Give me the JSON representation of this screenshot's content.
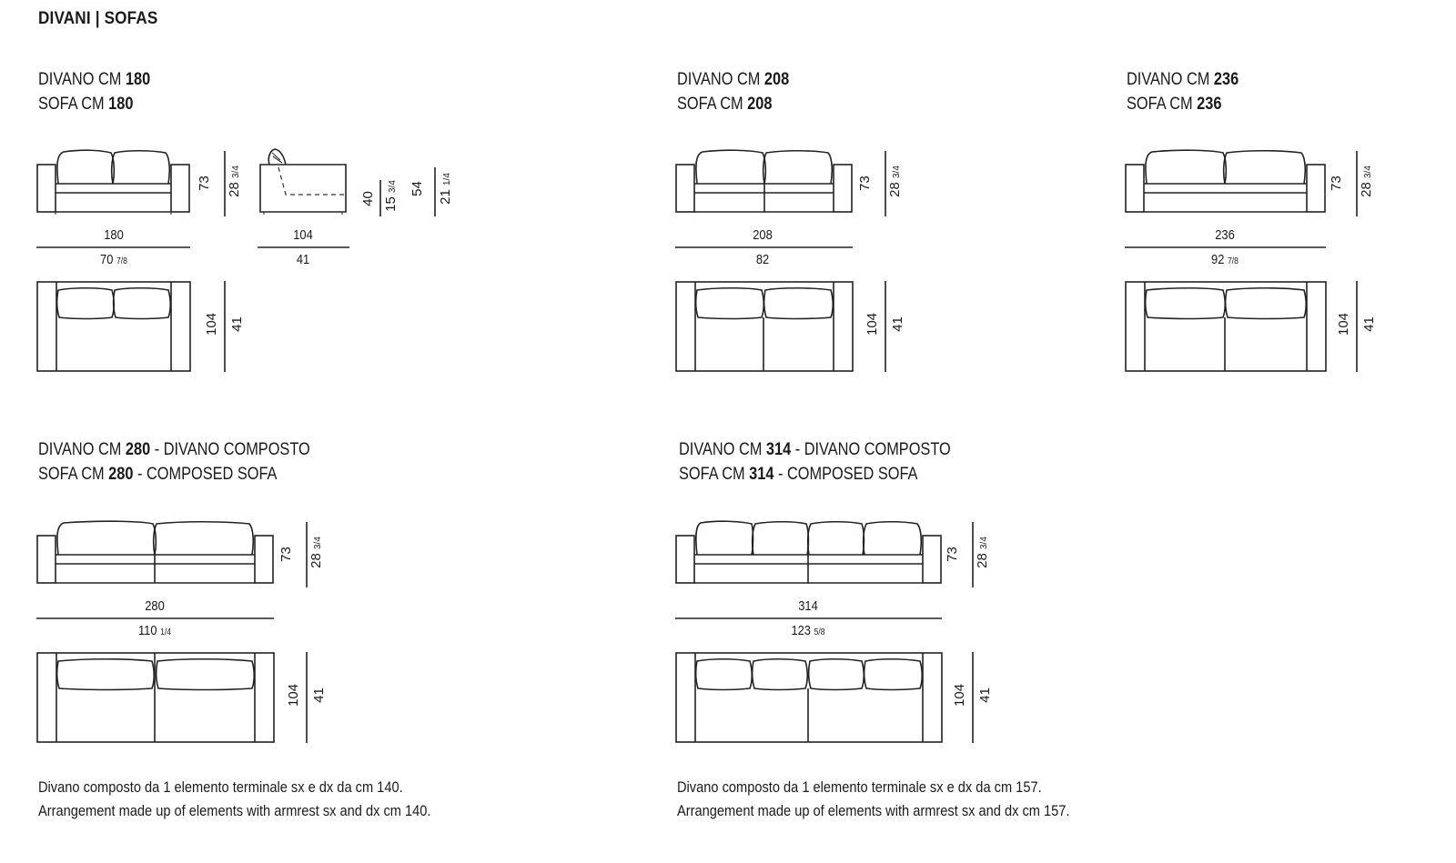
{
  "section_title": "DIVANI | SOFAS",
  "models": [
    {
      "id": "180",
      "head_it_prefix": "DIVANO CM ",
      "head_it_size": "180",
      "head_it_suffix": "",
      "head_en_prefix": "SOFA CM ",
      "head_en_size": "180",
      "head_en_suffix": "",
      "width_cm": "180",
      "width_in": "70",
      "width_in_frac": "7/8",
      "height_cm": "73",
      "height_in": "28",
      "height_in_frac": "3/4",
      "depth_cm": "104",
      "depth_in": "41"
    },
    {
      "id": "208",
      "head_it_prefix": "DIVANO CM ",
      "head_it_size": "208",
      "head_it_suffix": "",
      "head_en_prefix": "SOFA CM ",
      "head_en_size": "208",
      "head_en_suffix": "",
      "width_cm": "208",
      "width_in": "82",
      "width_in_frac": "",
      "height_cm": "73",
      "height_in": "28",
      "height_in_frac": "3/4",
      "depth_cm": "104",
      "depth_in": "41"
    },
    {
      "id": "236",
      "head_it_prefix": "DIVANO CM ",
      "head_it_size": "236",
      "head_it_suffix": "",
      "head_en_prefix": "SOFA CM ",
      "head_en_size": "236",
      "head_en_suffix": "",
      "width_cm": "236",
      "width_in": "92",
      "width_in_frac": "7/8",
      "height_cm": "73",
      "height_in": "28",
      "height_in_frac": "3/4",
      "depth_cm": "104",
      "depth_in": "41"
    },
    {
      "id": "280",
      "head_it_prefix": "DIVANO CM ",
      "head_it_size": "280",
      "head_it_suffix": " - DIVANO COMPOSTO",
      "head_en_prefix": "SOFA CM ",
      "head_en_size": "280",
      "head_en_suffix": " - COMPOSED SOFA",
      "width_cm": "280",
      "width_in": "110",
      "width_in_frac": "1/4",
      "height_cm": "73",
      "height_in": "28",
      "height_in_frac": "3/4",
      "depth_cm": "104",
      "depth_in": "41",
      "note_it": "Divano composto da 1 elemento terminale sx e dx da cm 140.",
      "note_en": "Arrangement made up of elements with armrest sx and dx cm 140."
    },
    {
      "id": "314",
      "head_it_prefix": "DIVANO CM ",
      "head_it_size": "314",
      "head_it_suffix": " - DIVANO COMPOSTO",
      "head_en_prefix": "SOFA CM ",
      "head_en_size": "314",
      "head_en_suffix": " - COMPOSED SOFA",
      "width_cm": "314",
      "width_in": "123",
      "width_in_frac": "5/8",
      "height_cm": "73",
      "height_in": "28",
      "height_in_frac": "3/4",
      "depth_cm": "104",
      "depth_in": "41",
      "note_it": "Divano composto da 1 elemento terminale sx e dx da cm 157.",
      "note_en": "Arrangement made up of elements with armrest sx and dx cm 157."
    }
  ],
  "side_view": {
    "depth_cm": "104",
    "depth_in": "41",
    "seat_cm": "40",
    "seat_in": "15",
    "seat_in_frac": "3/4",
    "arm_cm": "54",
    "arm_in": "21",
    "arm_in_frac": "1/4"
  }
}
